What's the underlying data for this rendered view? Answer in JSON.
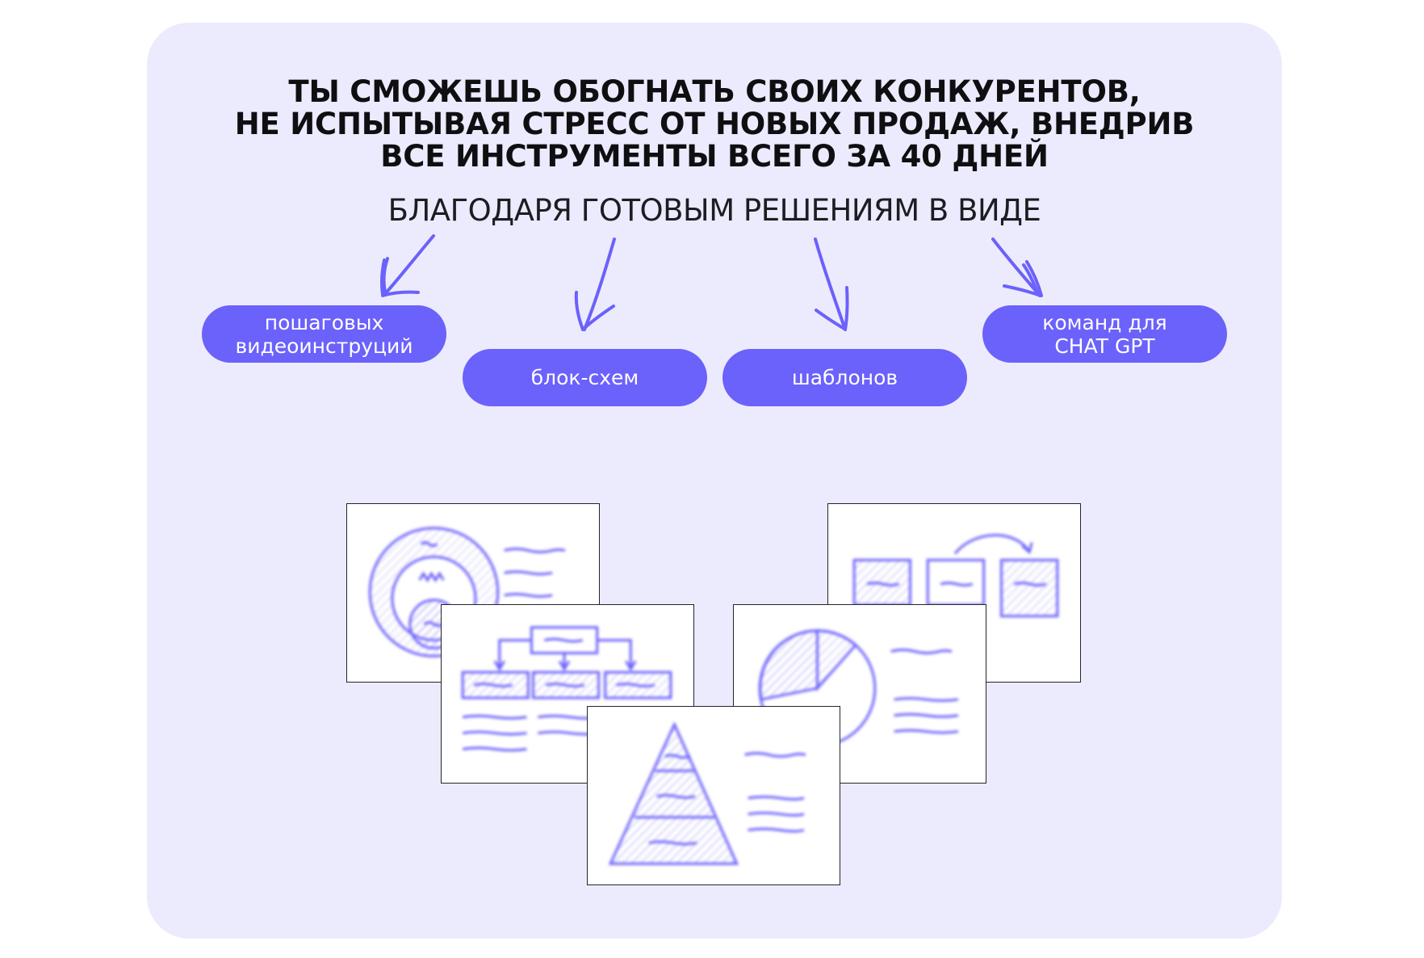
{
  "headline": {
    "line1": "ТЫ СМОЖЕШЬ ОБОГНАТЬ СВОИХ КОНКУРЕНТОВ,",
    "line2": "НЕ ИСПЫТЫВАЯ СТРЕСС ОТ НОВЫХ ПРОДАЖ, ВНЕДРИВ",
    "line3": "ВСЕ ИНСТРУМЕНТЫ ВСЕГО ЗА 40 ДНЕЙ"
  },
  "subline": "БЛАГОДАРЯ ГОТОВЫМ РЕШЕНИЯМ В ВИДЕ",
  "pills": [
    {
      "line1": "пошаговых",
      "line2": "видеоинструций"
    },
    {
      "line1": "блок-схем"
    },
    {
      "line1": "шаблонов"
    },
    {
      "line1": "команд для",
      "line2": "CHAT GPT"
    }
  ],
  "colors": {
    "accent": "#6b61fb",
    "card_background": "#ecebfd",
    "headline_text": "#0f0f12"
  },
  "icons": {
    "arrows": "hand-drawn-arrow-icon",
    "sheets": [
      "concentric-circles-diagram-icon",
      "flow-boxes-diagram-icon",
      "org-tree-diagram-icon",
      "pie-chart-diagram-icon",
      "pyramid-diagram-icon"
    ]
  }
}
